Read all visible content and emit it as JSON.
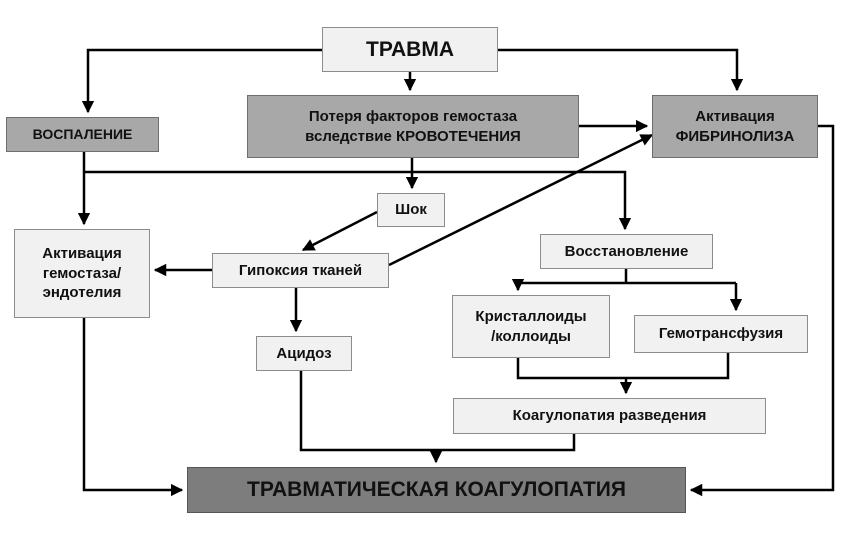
{
  "nodes": {
    "trauma": "ТРАВМА",
    "inflammation": "ВОСПАЛЕНИЕ",
    "loss": [
      "Потеря факторов гемостаза",
      "вследствие КРОВОТЕЧЕНИЯ"
    ],
    "fibrinolysis": [
      "Активация",
      "ФИБРИНОЛИЗА"
    ],
    "shock": "Шок",
    "hemostasis": [
      "Активация",
      "гемостаза/",
      "эндотелия"
    ],
    "hypoxia": "Гипоксия тканей",
    "recovery": "Восстановление",
    "crystalloids": [
      "Кристаллоиды",
      "/коллоиды"
    ],
    "transfusion": "Гемотрансфузия",
    "acidosis": "Ацидоз",
    "dilution": "Коагулопатия разведения",
    "coagulopathy": "ТРАВМАТИЧЕСКАЯ КОАГУЛОПАТИЯ"
  },
  "colors": {
    "light_fill": "#f1f1f1",
    "mid_fill": "#a8a8a8",
    "dark_fill": "#7d7d7d",
    "arrow": "#000000"
  }
}
